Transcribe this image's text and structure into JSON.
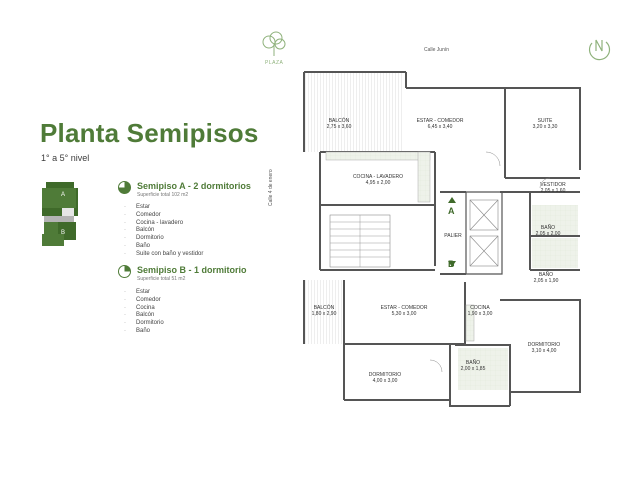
{
  "title": "Planta Semipisos",
  "subtitle": "1° a 5° nivel",
  "key_plan": {
    "label_a": "A",
    "label_b": "B"
  },
  "units": [
    {
      "title": "Semipiso A - 2 dormitorios",
      "surface": "Superficie total 102 m2",
      "items": [
        "Estar",
        "Comedor",
        "Cocina - lavadero",
        "Balcón",
        "Dormitorio",
        "Baño",
        "Suite con baño y vestidor"
      ]
    },
    {
      "title": "Semipiso B - 1 dormitorio",
      "surface": "Superficie total 51 m2",
      "items": [
        "Estar",
        "Comedor",
        "Cocina",
        "Balcón",
        "Dormitorio",
        "Baño"
      ]
    }
  ],
  "plan": {
    "plaza_label": "PLAZA",
    "street_north": "Calle Junín",
    "street_west": "Calle 4 de enero",
    "unit_marker_a": "A",
    "unit_marker_b": "B",
    "rooms": {
      "balcon_a": {
        "name": "BALCÓN",
        "dims": "2,75 x 3,60"
      },
      "estar_a": {
        "name": "ESTAR - COMEDOR",
        "dims": "6,45 x 3,40"
      },
      "suite": {
        "name": "SUITE",
        "dims": "3,20 x 3,30"
      },
      "cocina_a": {
        "name": "COCINA - LAVADERO",
        "dims": "4,95 x 2,00"
      },
      "vestidor": {
        "name": "VESTIDOR",
        "dims": "2,05 x 1,60"
      },
      "palier": {
        "name": "PALIER",
        "dims": ""
      },
      "bano_suite": {
        "name": "BAÑO",
        "dims": "2,05 x 2,00"
      },
      "bano_a": {
        "name": "BAÑO",
        "dims": "2,05 x 1,90"
      },
      "balcon_b": {
        "name": "BALCÓN",
        "dims": "1,80 x 2,90"
      },
      "estar_b": {
        "name": "ESTAR - COMEDOR",
        "dims": "5,30 x 3,00"
      },
      "cocina_b": {
        "name": "COCINA",
        "dims": "1,90 x 3,00"
      },
      "dormitorio_a": {
        "name": "DORMITORIO",
        "dims": "3,10 x 4,00"
      },
      "bano_b": {
        "name": "BAÑO",
        "dims": "2,00 x 1,85"
      },
      "dormitorio_b": {
        "name": "DORMITORIO",
        "dims": "4,00 x 3,00"
      }
    }
  },
  "colors": {
    "brand_green": "#4f7b38",
    "dark_green": "#3f6a2a",
    "wall": "#555555",
    "tile": "#e6ebe2",
    "balcony": "#ececec"
  },
  "icons": [
    "tree-logo-icon",
    "brand-logo-icon",
    "unit-a-pie-icon",
    "unit-b-pie-icon"
  ]
}
